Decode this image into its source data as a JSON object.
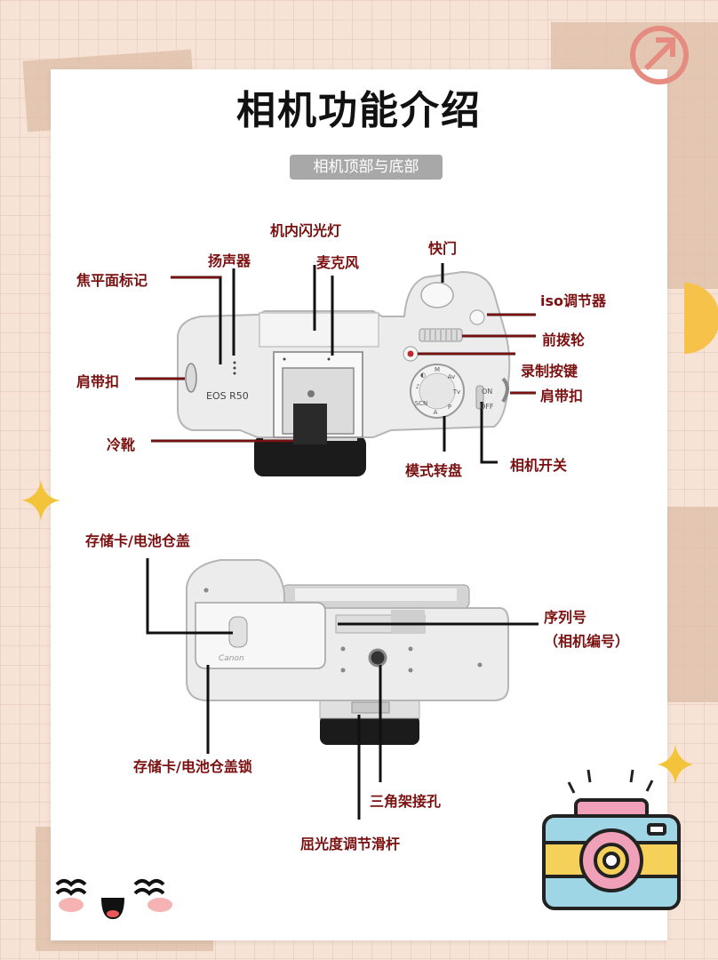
{
  "title": "相机功能介绍",
  "subtitle": "相机顶部与底部",
  "top_view": {
    "model_text": "EOS R50",
    "dial_off": "OFF",
    "dial_on": "ON",
    "labels": {
      "focal_plane": "焦平面标记",
      "speaker": "扬声器",
      "flash": "机内闪光灯",
      "mic": "麦克风",
      "shutter": "快门",
      "iso": "iso调节器",
      "front_dial": "前拨轮",
      "record": "录制按键",
      "strap_left": "肩带扣",
      "strap_right": "肩带扣",
      "hot_shoe": "冷靴",
      "mode_dial": "模式转盘",
      "power": "相机开关"
    }
  },
  "bottom_view": {
    "brand_text": "Canon",
    "labels": {
      "card_cover": "存储卡/电池仓盖",
      "serial_1": "序列号",
      "serial_2": "（相机编号）",
      "cover_lock": "存储卡/电池仓盖锁",
      "tripod": "三角架接孔",
      "diopter": "屈光度调节滑杆"
    }
  },
  "colors": {
    "accent": "#7b1010",
    "background": "#f7e2d6",
    "paper": "#ffffff"
  }
}
